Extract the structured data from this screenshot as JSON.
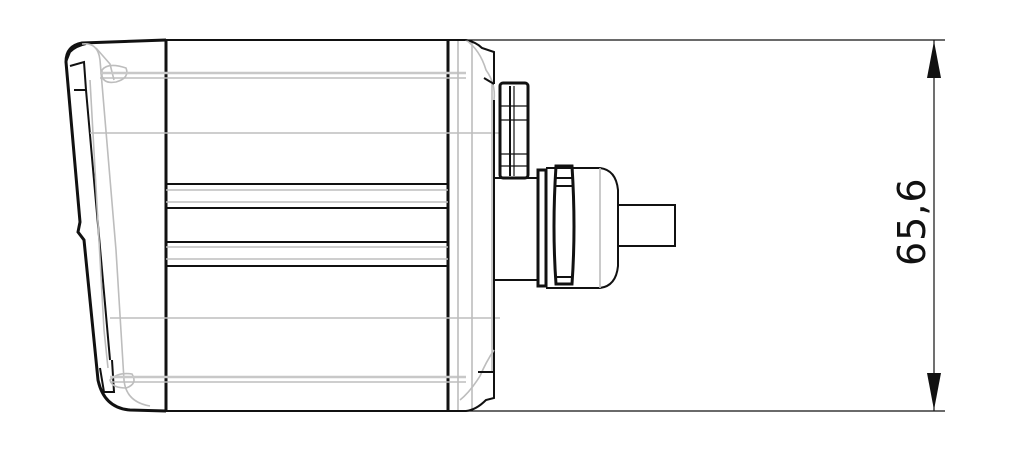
{
  "drawing": {
    "type": "technical-side-view",
    "subject": "sensor housing with cable gland",
    "dimension": {
      "label": "65,6",
      "orientation": "vertical",
      "extends_from": "top-edge",
      "extends_to": "bottom-edge"
    },
    "colors": {
      "outline": "#111111",
      "hidden_line": "#bdbdbd",
      "background": "#ffffff"
    }
  }
}
